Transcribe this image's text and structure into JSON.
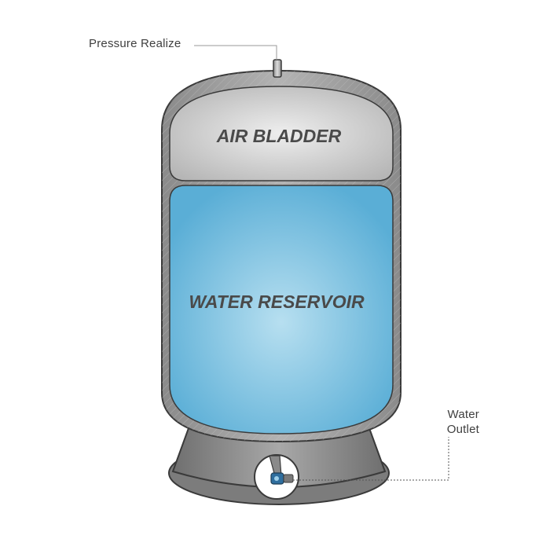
{
  "diagram": {
    "labels": {
      "pressure_valve": "Pressure Realize",
      "air_bladder": "AIR BLADDER",
      "water_reservoir": "WATER RESERVOIR",
      "water_outlet_line1": "Water",
      "water_outlet_line2": "Outlet"
    },
    "colors": {
      "tank_shell": "#9a9a9a",
      "air_bladder": "#c9c9c9",
      "water": "#6ab8dc",
      "base": "#8e8e8e",
      "outlet_valve": "#2f6e9e",
      "outline": "#3a3a3a",
      "leader_line": "#999999"
    }
  }
}
